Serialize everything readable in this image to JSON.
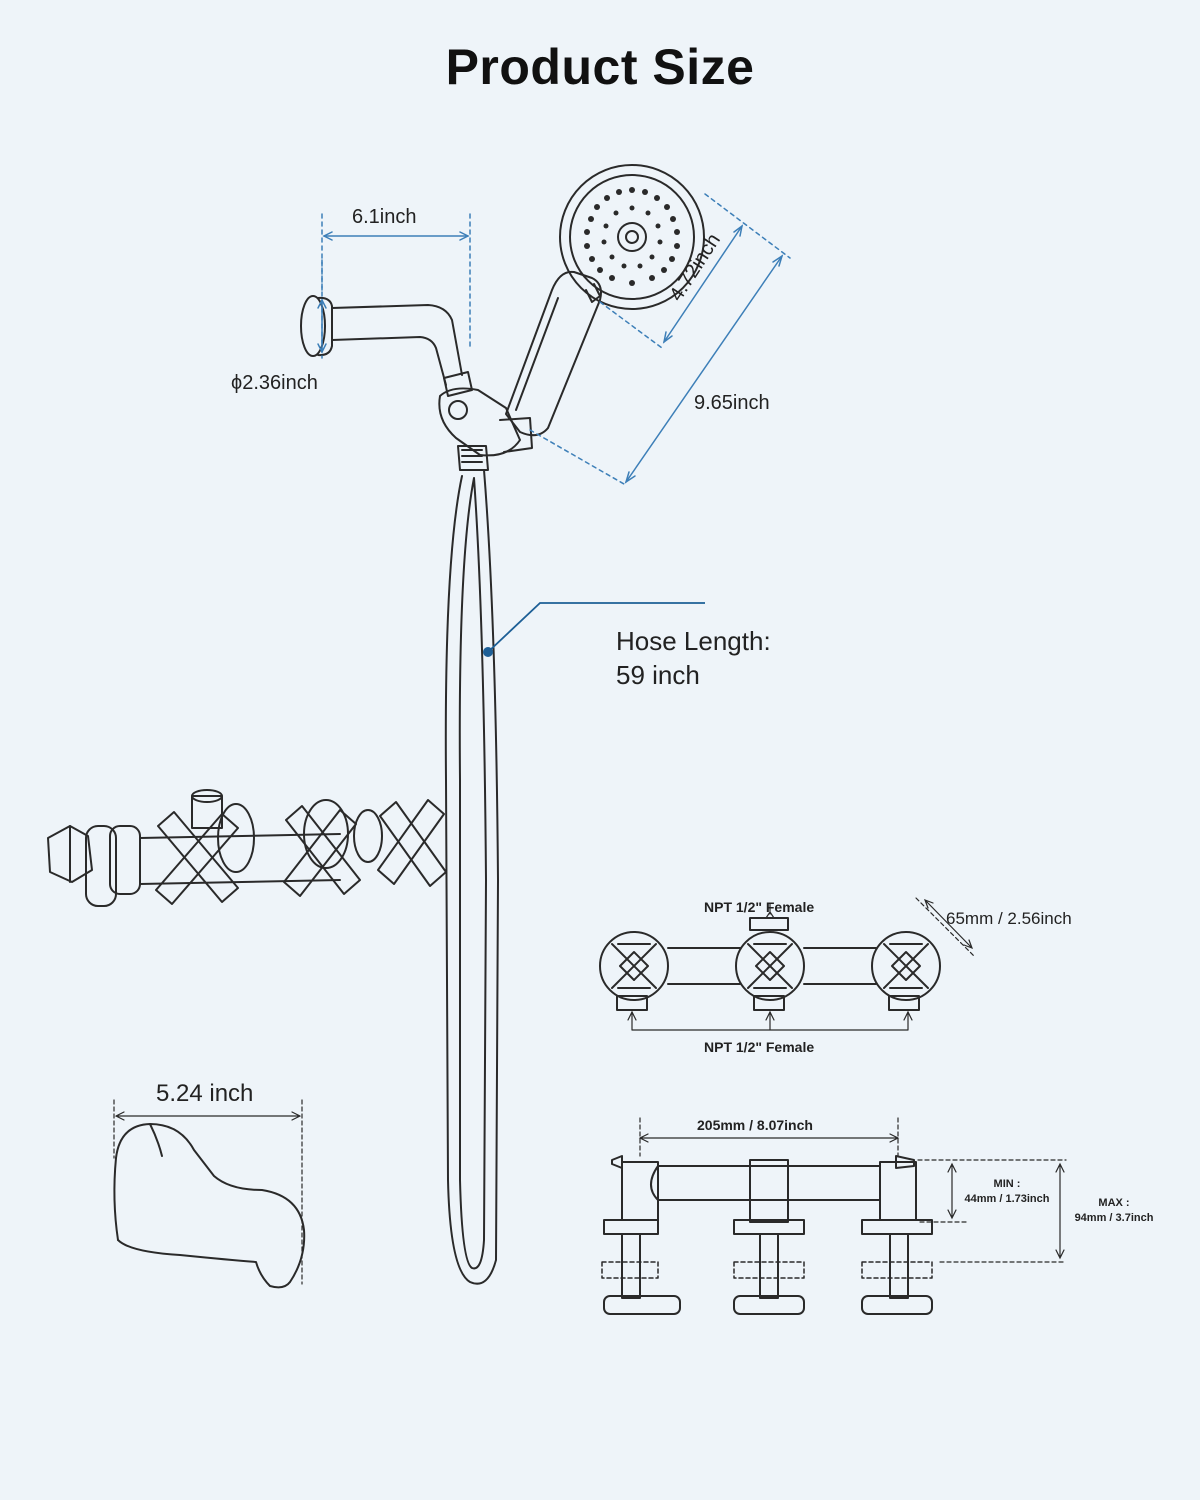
{
  "title": "Product Size",
  "colors": {
    "background": "#eef4f9",
    "line": "#2a2a2a",
    "dimension": "#3d7fb8",
    "callout": "#1d5f96"
  },
  "labels": {
    "arm_length": "6.1inch",
    "flange_diameter": "ϕ2.36inch",
    "head_diameter": "4.72inch",
    "handshower_length": "9.65inch",
    "hose_line1": "Hose Length:",
    "hose_line2": "59 inch",
    "spout_length": "5.24 inch",
    "npt_top": "NPT 1/2\" Female",
    "npt_bottom": "NPT 1/2\" Female",
    "handle_diameter": "65mm / 2.56inch",
    "center_spacing": "205mm / 8.07inch",
    "min_label": "MIN :",
    "min_value": "44mm / 1.73inch",
    "max_label": "MAX :",
    "max_value": "94mm / 3.7inch"
  }
}
